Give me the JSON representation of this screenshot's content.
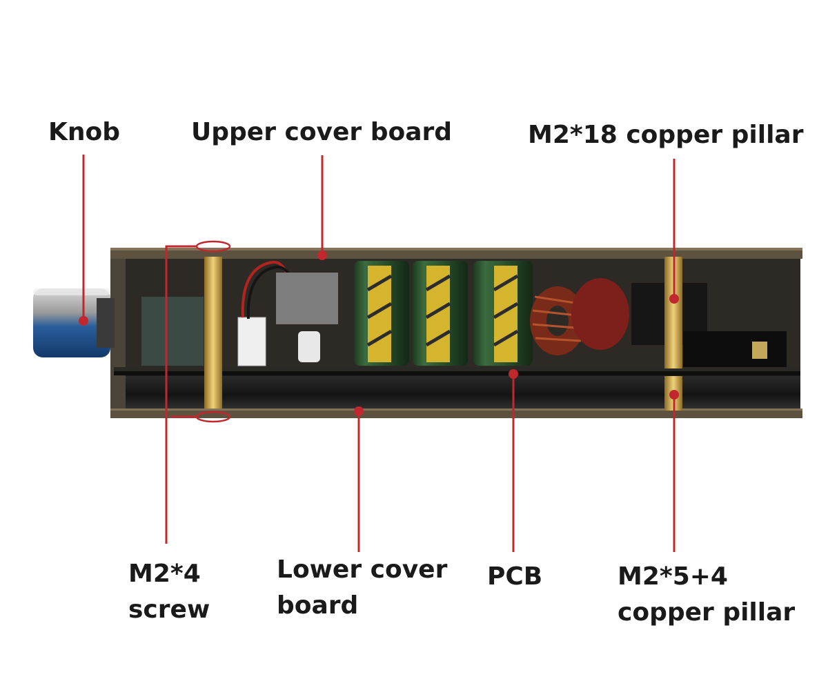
{
  "labels": {
    "knob": "Knob",
    "upper_cover": "Upper cover board",
    "m2_18": "M2*18 copper pillar",
    "m2_4_line1": "M2*4",
    "m2_4_line2": "screw",
    "lower_cover_line1": "Lower cover",
    "lower_cover_line2": "board",
    "pcb": "PCB",
    "m2_5_4_line1": "M2*5+4",
    "m2_5_4_line2": "copper pillar"
  },
  "colors": {
    "pointer": "#c0282e",
    "board": "#5a4e3e",
    "pcb": "#1c1c1c",
    "capacitor": "#d6b52e",
    "pillar": "#c9a24a",
    "background": "#ffffff"
  },
  "icons": {
    "knob": "rotary-knob-icon",
    "capacitor": "capacitor-icon",
    "inductor": "toroid-inductor-icon"
  }
}
